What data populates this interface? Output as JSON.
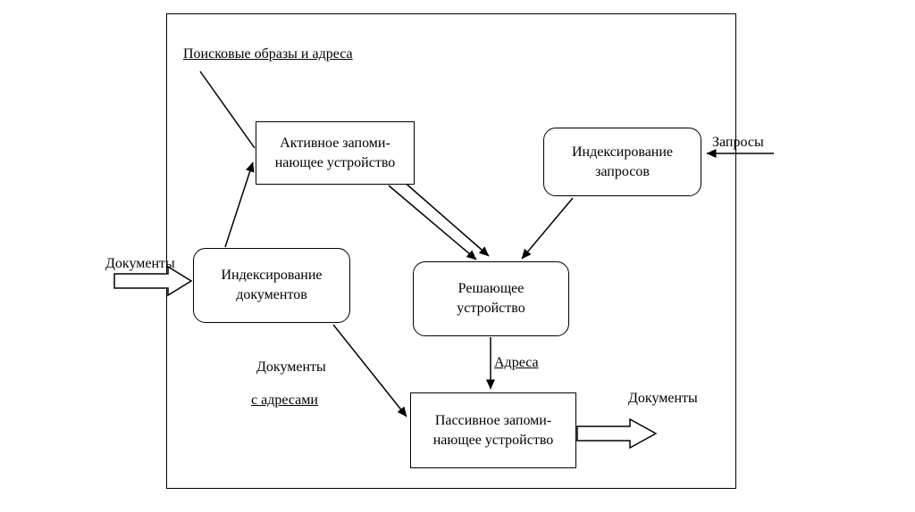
{
  "page": {
    "background_color": "#ffffff",
    "line_color": "#000000"
  },
  "diagram": {
    "nodes": {
      "active_storage": {
        "line1": "Активное запоми-",
        "line2": "нающее устройство"
      },
      "query_indexing": {
        "line1": "Индексирование",
        "line2": "запросов"
      },
      "document_indexing": {
        "line1": "Индексирование",
        "line2": "документов"
      },
      "decision_device": {
        "line1": "Решающее",
        "line2": "устройство"
      },
      "passive_storage": {
        "line1": "Пассивное запоми-",
        "line2": "нающее устройство"
      }
    },
    "labels": {
      "search_images_addresses": "Поисковые образы и адреса",
      "documents_in": "Документы",
      "queries": "Запросы",
      "documents_with_addresses_line1": "Документы",
      "documents_with_addresses_line2": "с адресами",
      "addresses": "Адреса",
      "documents_out": "Документы"
    }
  }
}
